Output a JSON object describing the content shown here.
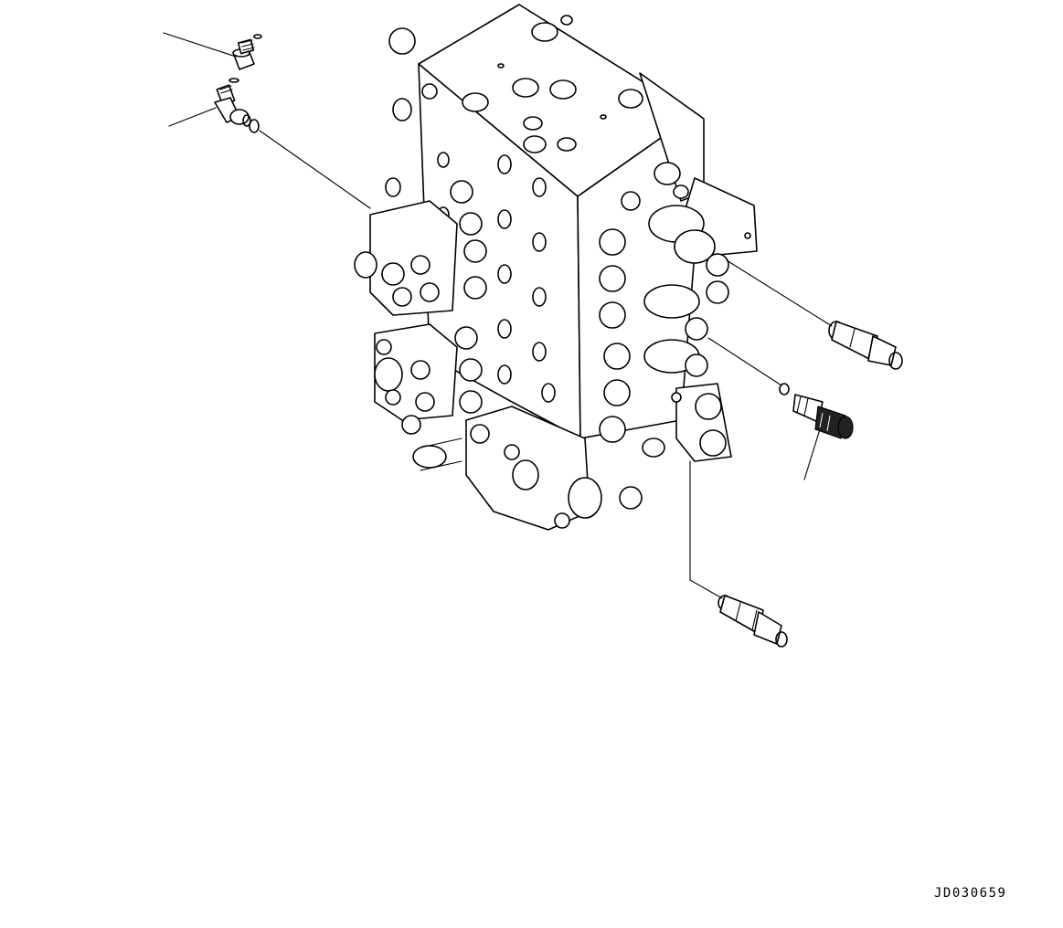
{
  "drawing": {
    "code": "JD030659",
    "ink_color": "#000000",
    "background_color": "#ffffff"
  },
  "callouts": [
    {
      "target": "plug"
    },
    {
      "target": "elbow-fitting"
    },
    {
      "target": "pressure-switch"
    }
  ],
  "parts": [
    {
      "name": "plug"
    },
    {
      "name": "o-ring"
    },
    {
      "name": "elbow-fitting"
    },
    {
      "name": "pressure-sensor"
    },
    {
      "name": "pressure-switch"
    }
  ]
}
